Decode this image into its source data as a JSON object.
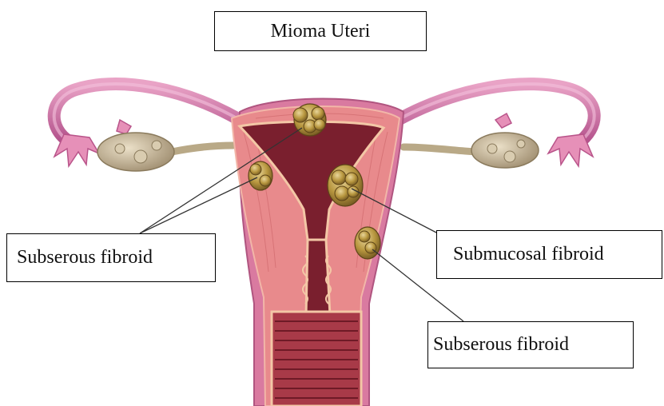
{
  "title": "Mioma Uteri",
  "labels": {
    "subserous_left": "Subserous fibroid",
    "submucosal_right": "Submucosal fibroid",
    "subserous_bottom": "Subserous fibroid"
  },
  "colors": {
    "uterus_outer": "#d97aa0",
    "uterus_wall": "#e88a8c",
    "cavity": "#7a1f2e",
    "tube": "#c9679a",
    "fimbriae": "#e690b8",
    "ovary": "#c2b49b",
    "fibroid": "#a88a3c",
    "leader_line": "#333333"
  }
}
